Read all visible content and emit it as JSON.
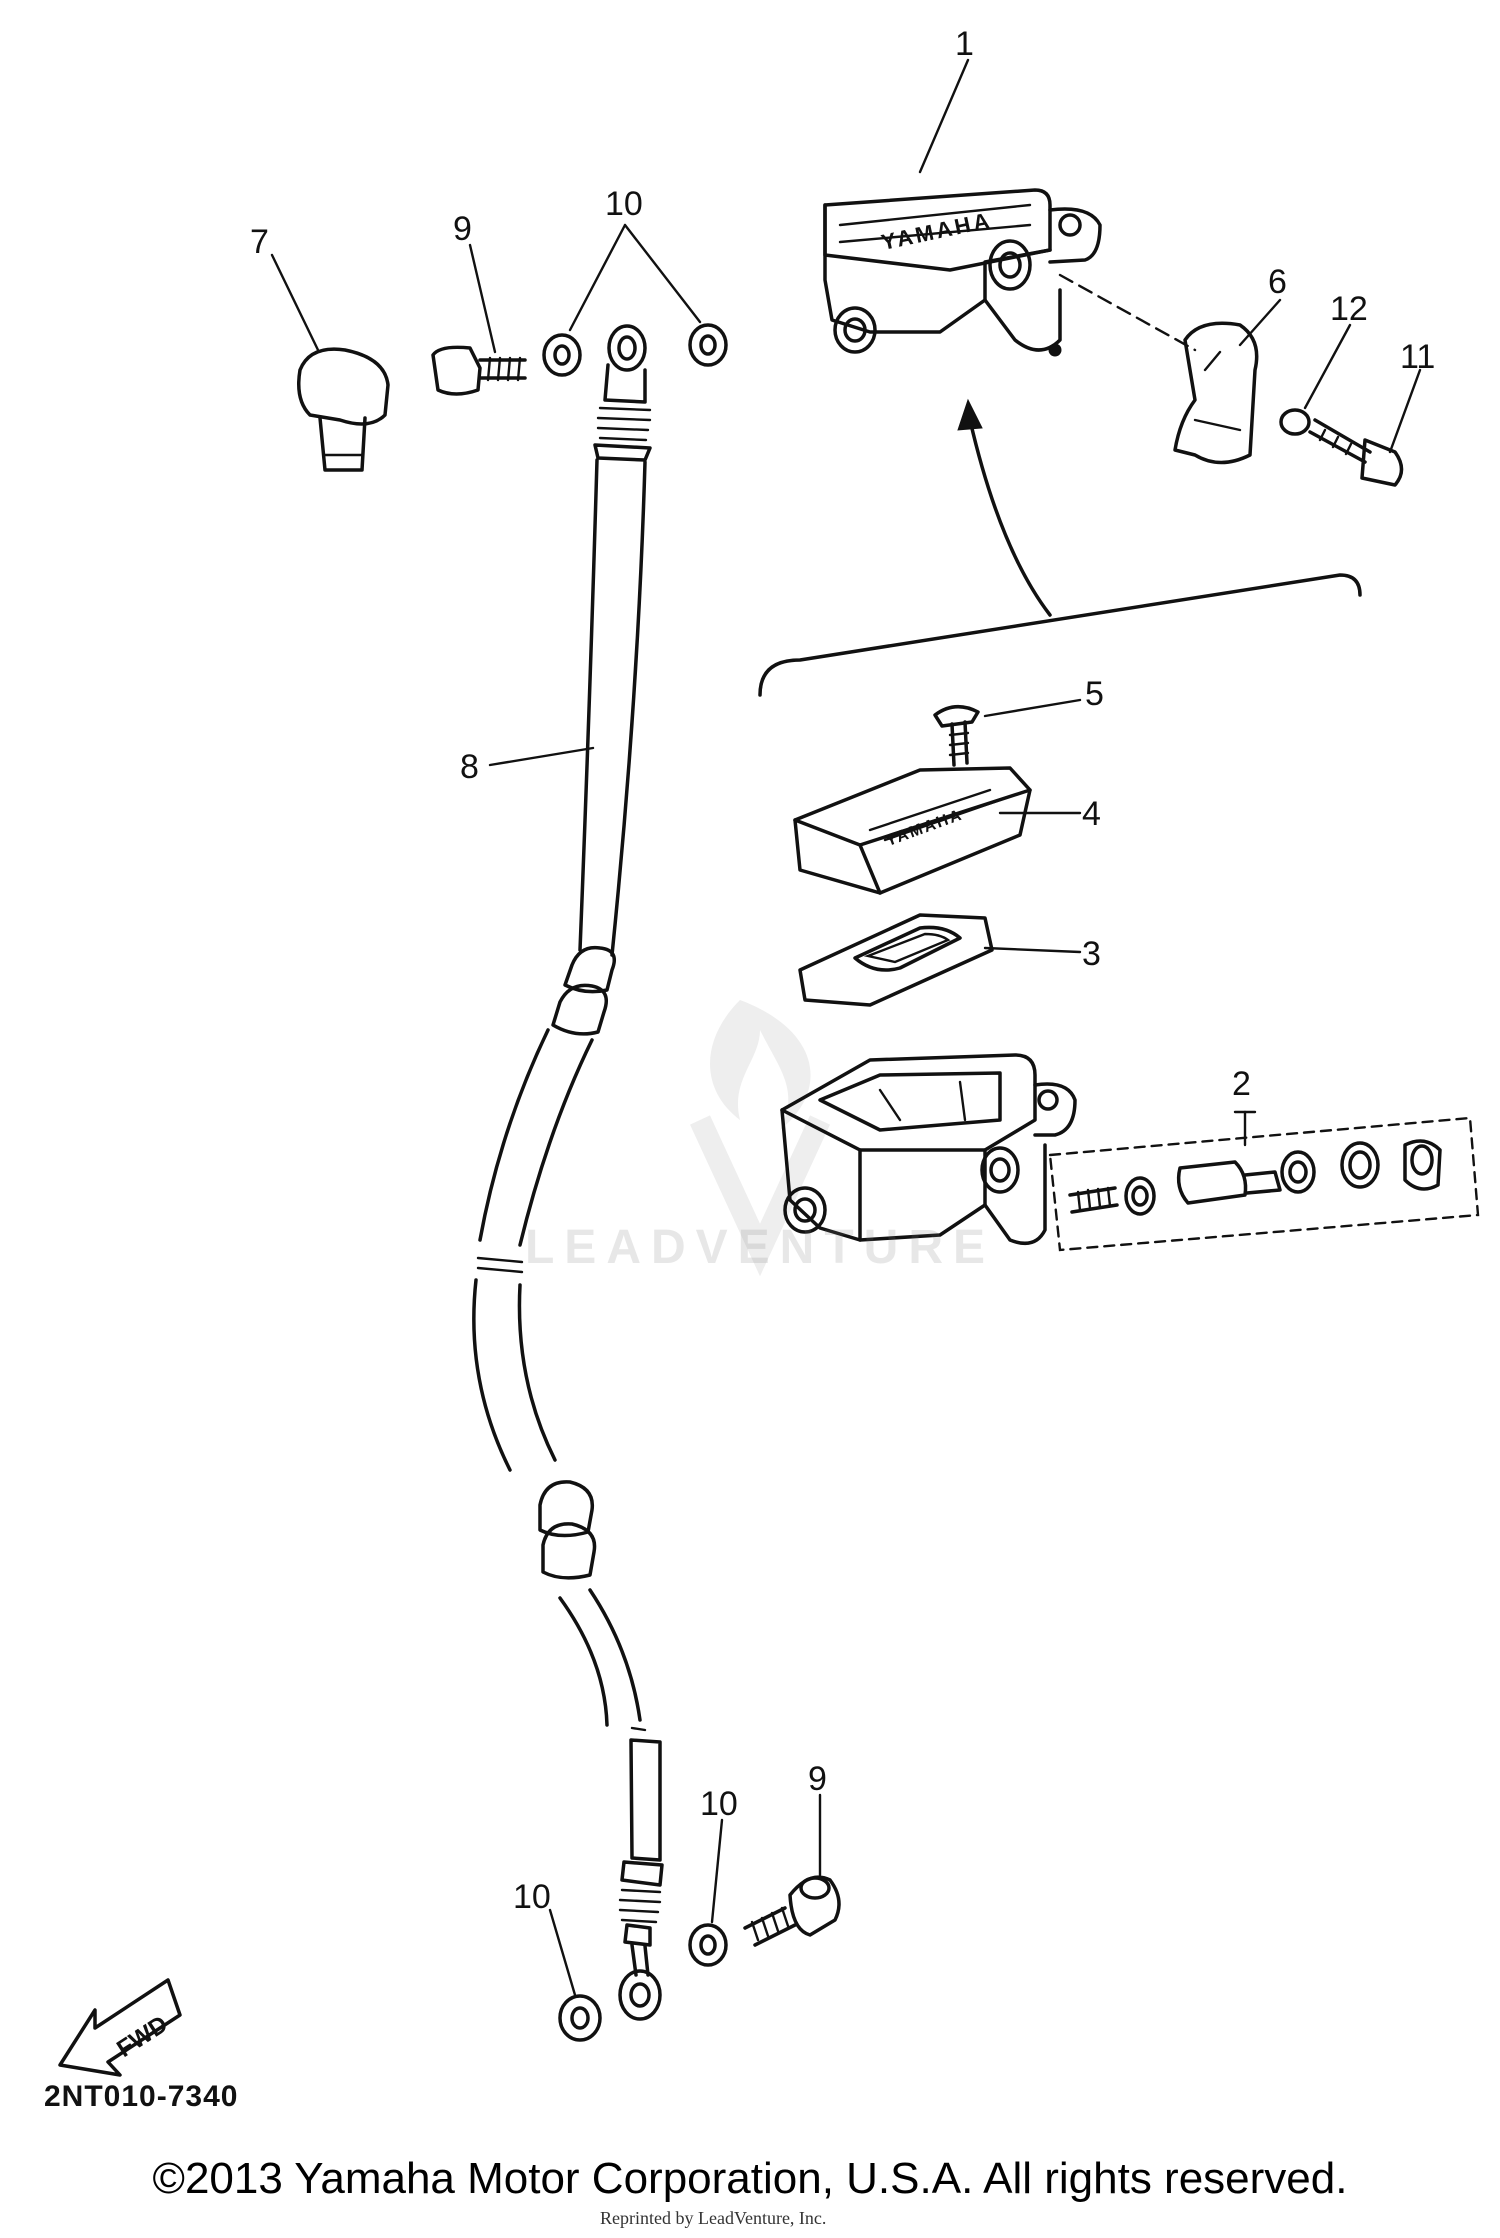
{
  "callouts": {
    "c1": "1",
    "c2": "2",
    "c3": "3",
    "c4": "4",
    "c5": "5",
    "c6": "6",
    "c7": "7",
    "c8": "8",
    "c9_top": "9",
    "c9_bottom": "9",
    "c10_top": "10",
    "c10_bottom_left": "10",
    "c10_bottom_right": "10",
    "c11": "11",
    "c12": "12"
  },
  "reservoir_cap_text": "YAMAHA",
  "fwd_label": "FWD",
  "diagram_code": "2NT010-7340",
  "copyright": "©2013 Yamaha Motor Corporation, U.S.A. All rights reserved.",
  "watermark": "LEADVENTURE",
  "reprint_note": "Reprinted by LeadVenture, Inc."
}
